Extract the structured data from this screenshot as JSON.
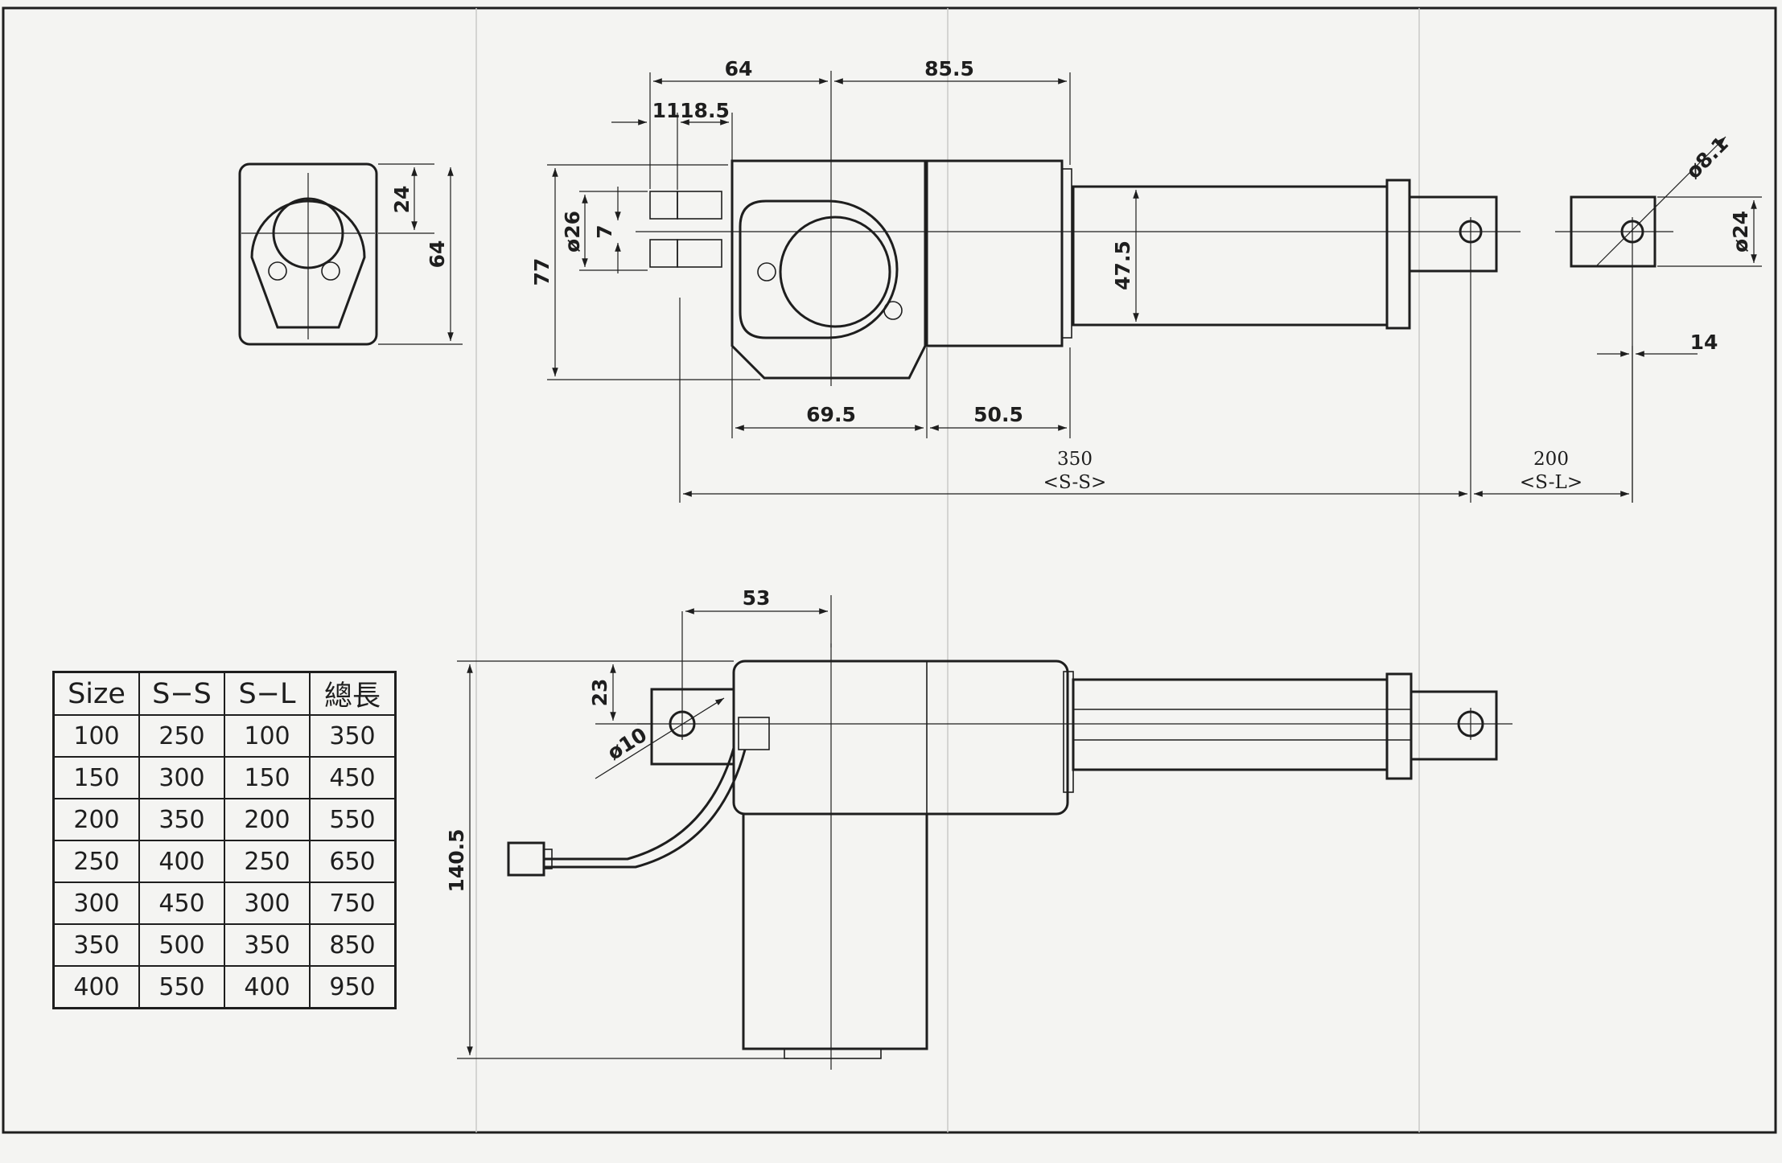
{
  "top_view": {
    "dims": {
      "a": "64",
      "b": "85.5",
      "c": "11",
      "d": "18.5",
      "e": "ø26",
      "f": "7",
      "g": "77",
      "h": "47.5",
      "i": "69.5",
      "j": "50.5",
      "k": "ø8.1",
      "l": "ø24",
      "m": "14"
    },
    "stroke_ss": {
      "value": "350",
      "label": "<S-S>"
    },
    "stroke_sl": {
      "value": "200",
      "label": "<S-L>"
    }
  },
  "end_view": {
    "dims": {
      "a": "24",
      "b": "64"
    }
  },
  "side_view": {
    "dims": {
      "a": "53",
      "b": "23",
      "c": "ø10",
      "d": "140.5"
    }
  },
  "size_table": {
    "headers": [
      "Size",
      "S−S",
      "S−L",
      "總長"
    ],
    "rows": [
      [
        "100",
        "250",
        "100",
        "350"
      ],
      [
        "150",
        "300",
        "150",
        "450"
      ],
      [
        "200",
        "350",
        "200",
        "550"
      ],
      [
        "250",
        "400",
        "250",
        "650"
      ],
      [
        "300",
        "450",
        "300",
        "750"
      ],
      [
        "350",
        "500",
        "350",
        "850"
      ],
      [
        "400",
        "550",
        "400",
        "950"
      ]
    ]
  },
  "colors": {
    "ink": "#1e1e1e",
    "paper": "#f4f4f2"
  }
}
